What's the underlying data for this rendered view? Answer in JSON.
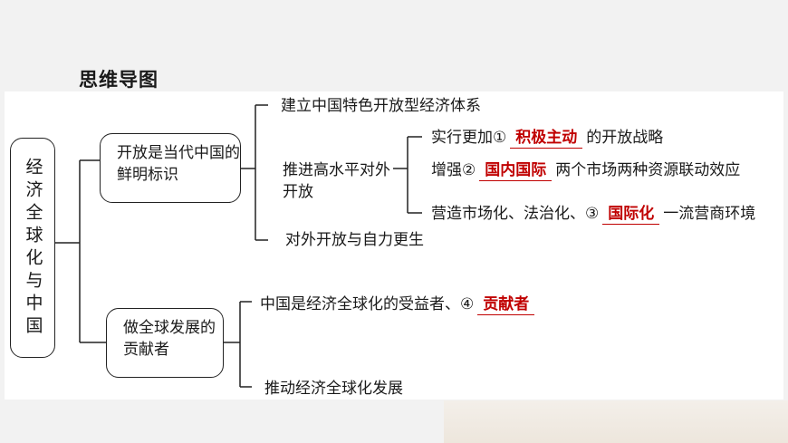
{
  "heading": "思维导图",
  "root": "经济全球化与中国",
  "branches": [
    {
      "label": "开放是当代中国的鲜明标识",
      "items": [
        {
          "text": "建立中国特色开放型经济体系"
        },
        {
          "text": "推进高水平对外开放",
          "sub": [
            {
              "prefix": "实行更加①",
              "answer": "积极主动",
              "suffix": "的开放战略"
            },
            {
              "prefix": "增强②",
              "answer": "国内国际",
              "suffix": "两个市场两种资源联动效应"
            },
            {
              "prefix": "营造市场化、法治化、③",
              "answer": "国际化",
              "suffix": "一流营商环境"
            }
          ]
        },
        {
          "text": "对外开放与自力更生"
        }
      ]
    },
    {
      "label": "做全球发展的贡献者",
      "items": [
        {
          "prefix": "中国是经济全球化的受益者、④",
          "answer": "贡献者"
        },
        {
          "text": "推动经济全球化发展"
        }
      ]
    }
  ]
}
